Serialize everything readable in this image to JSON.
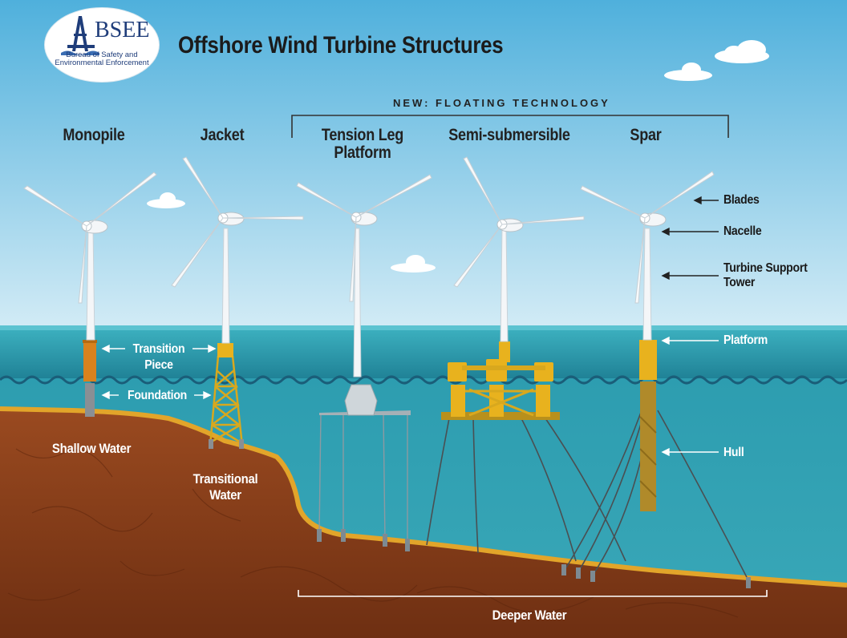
{
  "logo": {
    "acronym": "BSEE",
    "subtitle": "Bureau of Safety and Environmental Enforcement"
  },
  "title": "Offshore Wind Turbine Structures",
  "floating_label": "NEW: FLOATING TECHNOLOGY",
  "columns": [
    {
      "name": "Monopile"
    },
    {
      "name": "Jacket"
    },
    {
      "name": "Tension Leg Platform"
    },
    {
      "name": "Semi-submersible"
    },
    {
      "name": "Spar"
    }
  ],
  "component_labels": {
    "blades": "Blades",
    "nacelle": "Nacelle",
    "tower": "Turbine Support Tower",
    "platform": "Platform",
    "hull": "Hull",
    "transition_piece": "Transition Piece",
    "foundation": "Foundation"
  },
  "water_depths": {
    "shallow": "Shallow Water",
    "transitional": "Transitional Water",
    "deeper": "Deeper Water"
  },
  "colors": {
    "sky_top": "#4fb0dc",
    "sky_bottom": "#d4ecf6",
    "water": "#2f9fb0",
    "water_deep": "#1e7f94",
    "seabed": "#8a3f1a",
    "seabed_edge": "#e2a52a",
    "structure_yellow": "#e8b21e",
    "structure_orange": "#d8821e",
    "spar_hull": "#b08a2a",
    "tower": "#f4f6f8"
  }
}
